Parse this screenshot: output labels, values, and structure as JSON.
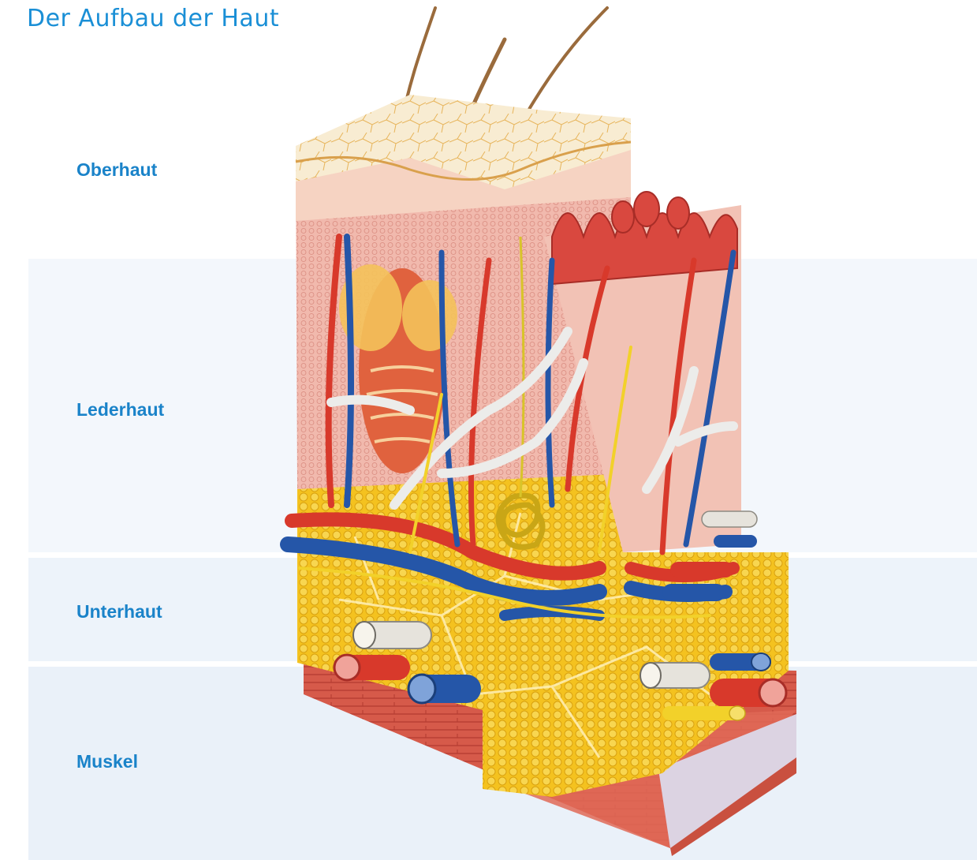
{
  "title": "Der Aufbau der Haut",
  "layers": {
    "oberhaut": "Oberhaut",
    "lederhaut": "Lederhaut",
    "unterhaut": "Unterhaut",
    "muskel": "Muskel"
  },
  "colors": {
    "title": "#1a8fd6",
    "labels": "#1a83c9",
    "band": "#eef4fa",
    "fat": "#f4c21f",
    "muscle": "#d8584a",
    "dermis": "#f2b7ae",
    "epidermis": "#f7e7c6",
    "artery": "#d63a2c",
    "vein": "#2456a8",
    "nerve": "#f3d22a",
    "lymph": "#e9e9e6"
  }
}
